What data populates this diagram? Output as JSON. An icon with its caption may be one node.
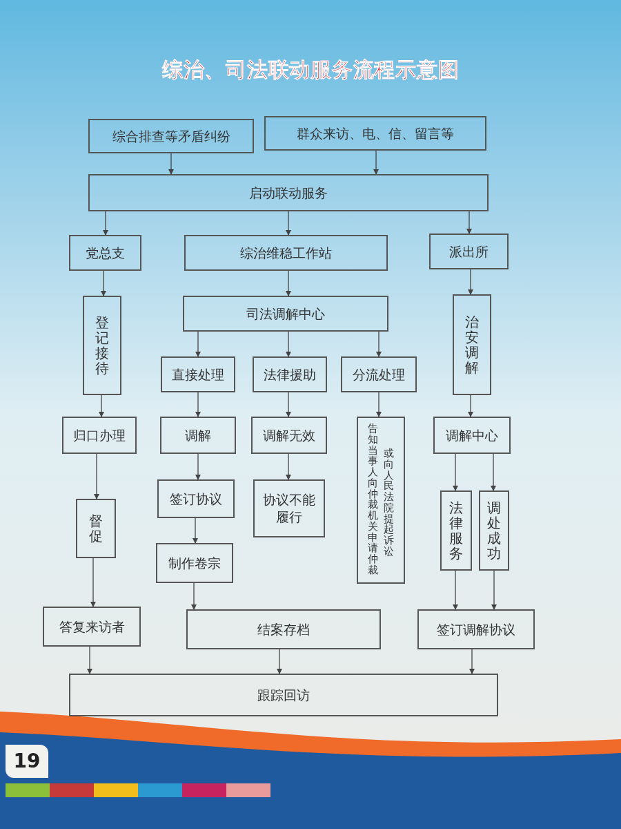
{
  "diagram": {
    "title": "综治、司法联动服务流程示意图",
    "nodes": [
      {
        "text": [
          "综合排查等矛盾纠纷"
        ]
      },
      {
        "text": [
          "群众来访、电、信、留言等"
        ]
      },
      {
        "text": [
          "启动联动服务"
        ]
      },
      {
        "text": [
          "党总支"
        ]
      },
      {
        "text": [
          "综治维稳工作站"
        ]
      },
      {
        "text": [
          "派出所"
        ]
      },
      {
        "text": [
          "登记接待"
        ]
      },
      {
        "text": [
          "司法调解中心"
        ]
      },
      {
        "text": [
          "治安调解"
        ]
      },
      {
        "text": [
          "直接处理"
        ]
      },
      {
        "text": [
          "法律援助"
        ]
      },
      {
        "text": [
          "分流处理"
        ]
      },
      {
        "text": [
          "归口办理"
        ]
      },
      {
        "text": [
          "调解"
        ]
      },
      {
        "text": [
          "调解无效"
        ]
      },
      {
        "text": [
          "告知当事人向仲裁机关申请仲裁",
          "或向人民法院提起诉讼"
        ]
      },
      {
        "text": [
          "调解中心"
        ]
      },
      {
        "text": [
          "督促"
        ]
      },
      {
        "text": [
          "签订协议"
        ]
      },
      {
        "text": [
          "协议不能履行"
        ]
      },
      {
        "text": [
          "制作卷宗"
        ]
      },
      {
        "text": [
          "法律服务"
        ]
      },
      {
        "text": [
          "调处成功"
        ]
      },
      {
        "text": [
          "答复来访者"
        ]
      },
      {
        "text": [
          "结案存档"
        ]
      },
      {
        "text": [
          "签订调解协议"
        ]
      },
      {
        "text": [
          "跟踪回访"
        ]
      }
    ],
    "edges": [
      {
        "from": 0,
        "to": 2,
        "arrow": "to"
      },
      {
        "from": 1,
        "to": 2,
        "arrow": "to"
      },
      {
        "from": 2,
        "to": 3,
        "arrow": "to"
      },
      {
        "from": 2,
        "to": 4,
        "arrow": "to"
      },
      {
        "from": 2,
        "to": 5,
        "arrow": "to"
      },
      {
        "from": 3,
        "to": 6,
        "arrow": "to"
      },
      {
        "from": 4,
        "to": 7,
        "arrow": "to"
      },
      {
        "from": 5,
        "to": 8,
        "arrow": "to"
      },
      {
        "from": 7,
        "to": 9,
        "arrow": "to"
      },
      {
        "from": 7,
        "to": 10,
        "arrow": "to"
      },
      {
        "from": 7,
        "to": 11,
        "arrow": "to"
      },
      {
        "from": 6,
        "to": 12,
        "arrow": "to"
      },
      {
        "from": 9,
        "to": 13,
        "arrow": "to"
      },
      {
        "from": 10,
        "to": 14,
        "arrow": "to"
      },
      {
        "from": 11,
        "to": 15,
        "arrow": "to"
      },
      {
        "from": 8,
        "to": 16,
        "arrow": "to"
      },
      {
        "from": 12,
        "to": 17,
        "arrow": "to"
      },
      {
        "from": 13,
        "to": 18,
        "arrow": "to"
      },
      {
        "from": 14,
        "to": 19,
        "arrow": "to"
      },
      {
        "from": 18,
        "to": 20,
        "arrow": "to"
      },
      {
        "from": 16,
        "to": 21,
        "arrow": "to"
      },
      {
        "from": 16,
        "to": 22,
        "arrow": "to"
      },
      {
        "from": 17,
        "to": 23,
        "arrow": "to"
      },
      {
        "from": 20,
        "to": 24,
        "arrow": "to"
      },
      {
        "from": 21,
        "to": 25,
        "arrow": "to"
      },
      {
        "from": 22,
        "to": 25,
        "arrow": "to"
      },
      {
        "from": 23,
        "to": 26,
        "arrow": "to"
      },
      {
        "from": 24,
        "to": 26,
        "arrow": "to"
      },
      {
        "from": 25,
        "to": 26,
        "arrow": "to"
      }
    ],
    "labels": [
      "19"
    ]
  }
}
